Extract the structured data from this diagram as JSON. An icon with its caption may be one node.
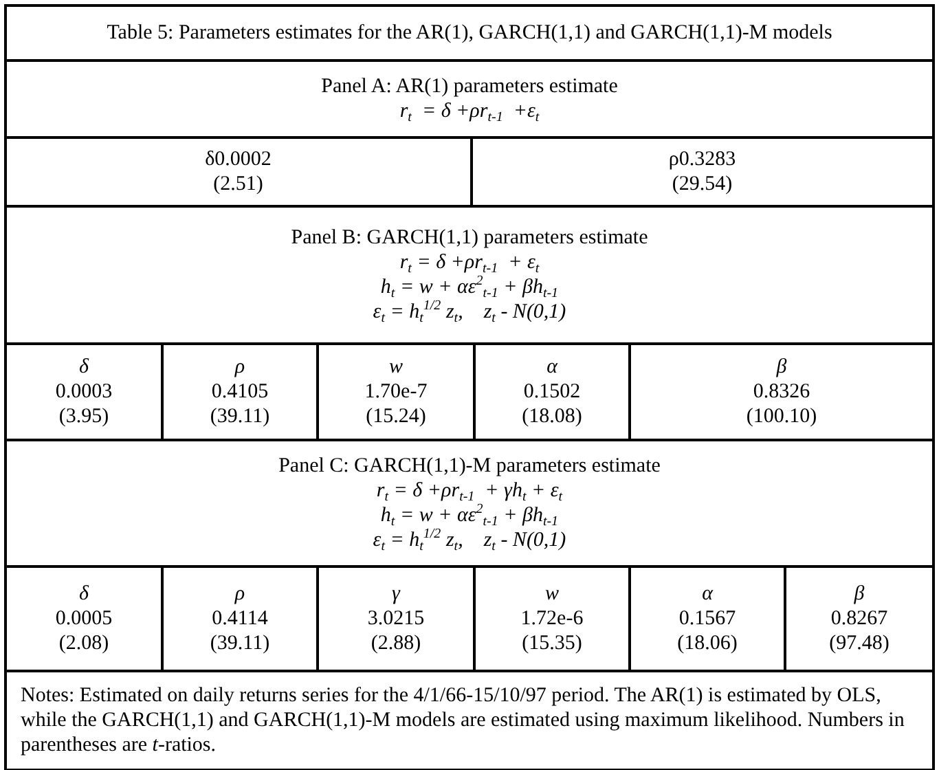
{
  "diagram": {
    "title": "Table 5: Parameters estimates for the AR(1), GARCH(1,1) and GARCH(1,1)-M models",
    "labels": [
      "Panel A: AR(1) parameters estimate",
      "r$_{t}$  = δ +ρr$_{t-1}$  +ε$_{t}$",
      "δ0.0002",
      "(2.51)",
      "ρ0.3283",
      "(29.54)",
      "Panel B: GARCH(1,1) parameters estimate",
      "r$_{t}$ = δ +ρr$_{t-1}$  + ε$_{t}$",
      "h$_{t}$ = w + αε$^{2}$$_{t-1}$ + βh$_{t-1}$",
      "ε$_{t}$ = h$_{t}$$^{1/2}$ z$_{t}$,    z$_{t}$ - N(0,1)",
      "δ",
      "0.0003",
      "(3.95)",
      "ρ",
      "0.4105",
      "(39.11)",
      "w",
      "1.70e-7",
      "(15.24)",
      "α",
      "0.1502",
      "(18.08)",
      "β",
      "0.8326",
      "(100.10)",
      "Panel C: GARCH(1,1)-M parameters estimate",
      "r$_{t}$ = δ +ρr$_{t-1}$  + γh$_{t}$ + ε$_{t}$",
      "h$_{t}$ = w + αε$^{2}$$_{t-1}$ + βh$_{t-1}$",
      "ε$_{t}$ = h$_{t}$$^{1/2}$ z$_{t}$,    z$_{t}$ - N(0,1)",
      "δ",
      "0.0005",
      "(2.08)",
      "ρ",
      "0.4114",
      "(39.11)",
      "γ",
      "3.0215",
      "(2.88)",
      "w",
      "1.72e-6",
      "(15.35)",
      "α",
      "0.1567",
      "(18.06)",
      "β",
      "0.8267",
      "(97.48)",
      "Notes: Estimated on daily returns series for the  4/1/66-15/10/97 period. The AR(1) is estimated by OLS, while the GARCH(1,1) and GARCH(1,1)-M models are estimated using maximum likelihood. Numbers in parentheses are *t*-ratios."
    ]
  }
}
